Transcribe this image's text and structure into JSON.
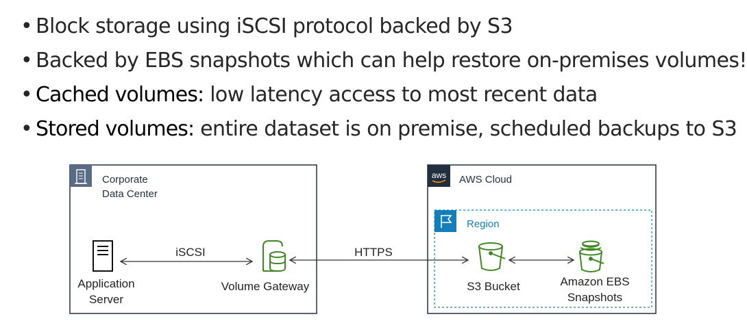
{
  "bullets": [
    {
      "lead": "",
      "text": "Block storage using iSCSI protocol backed by S3"
    },
    {
      "lead": "",
      "text": "Backed by EBS snapshots which can help restore on-premises volumes!"
    },
    {
      "lead": "Cached volumes:",
      "text": " low latency access to most recent data"
    },
    {
      "lead": "Stored volumes:",
      "text": " entire dataset is on premise, scheduled backups to S3"
    }
  ],
  "diagram": {
    "corporate": {
      "line1": "Corporate",
      "line2": "Data Center"
    },
    "aws": {
      "badge": "aws",
      "title": "AWS Cloud"
    },
    "region": {
      "title": "Region"
    },
    "app_server": {
      "line1": "Application",
      "line2": "Server"
    },
    "volume_gateway": {
      "label": "Volume Gateway"
    },
    "s3_bucket": {
      "label": "S3 Bucket"
    },
    "ebs": {
      "line1": "Amazon EBS",
      "line2": "Snapshots"
    },
    "iscsi": "iSCSI",
    "https": "HTTPS"
  },
  "colors": {
    "corporate_border": "#232f3e",
    "icon_green": "#3f8624",
    "region_blue": "#147eba",
    "aws_dark": "#232f3e"
  }
}
